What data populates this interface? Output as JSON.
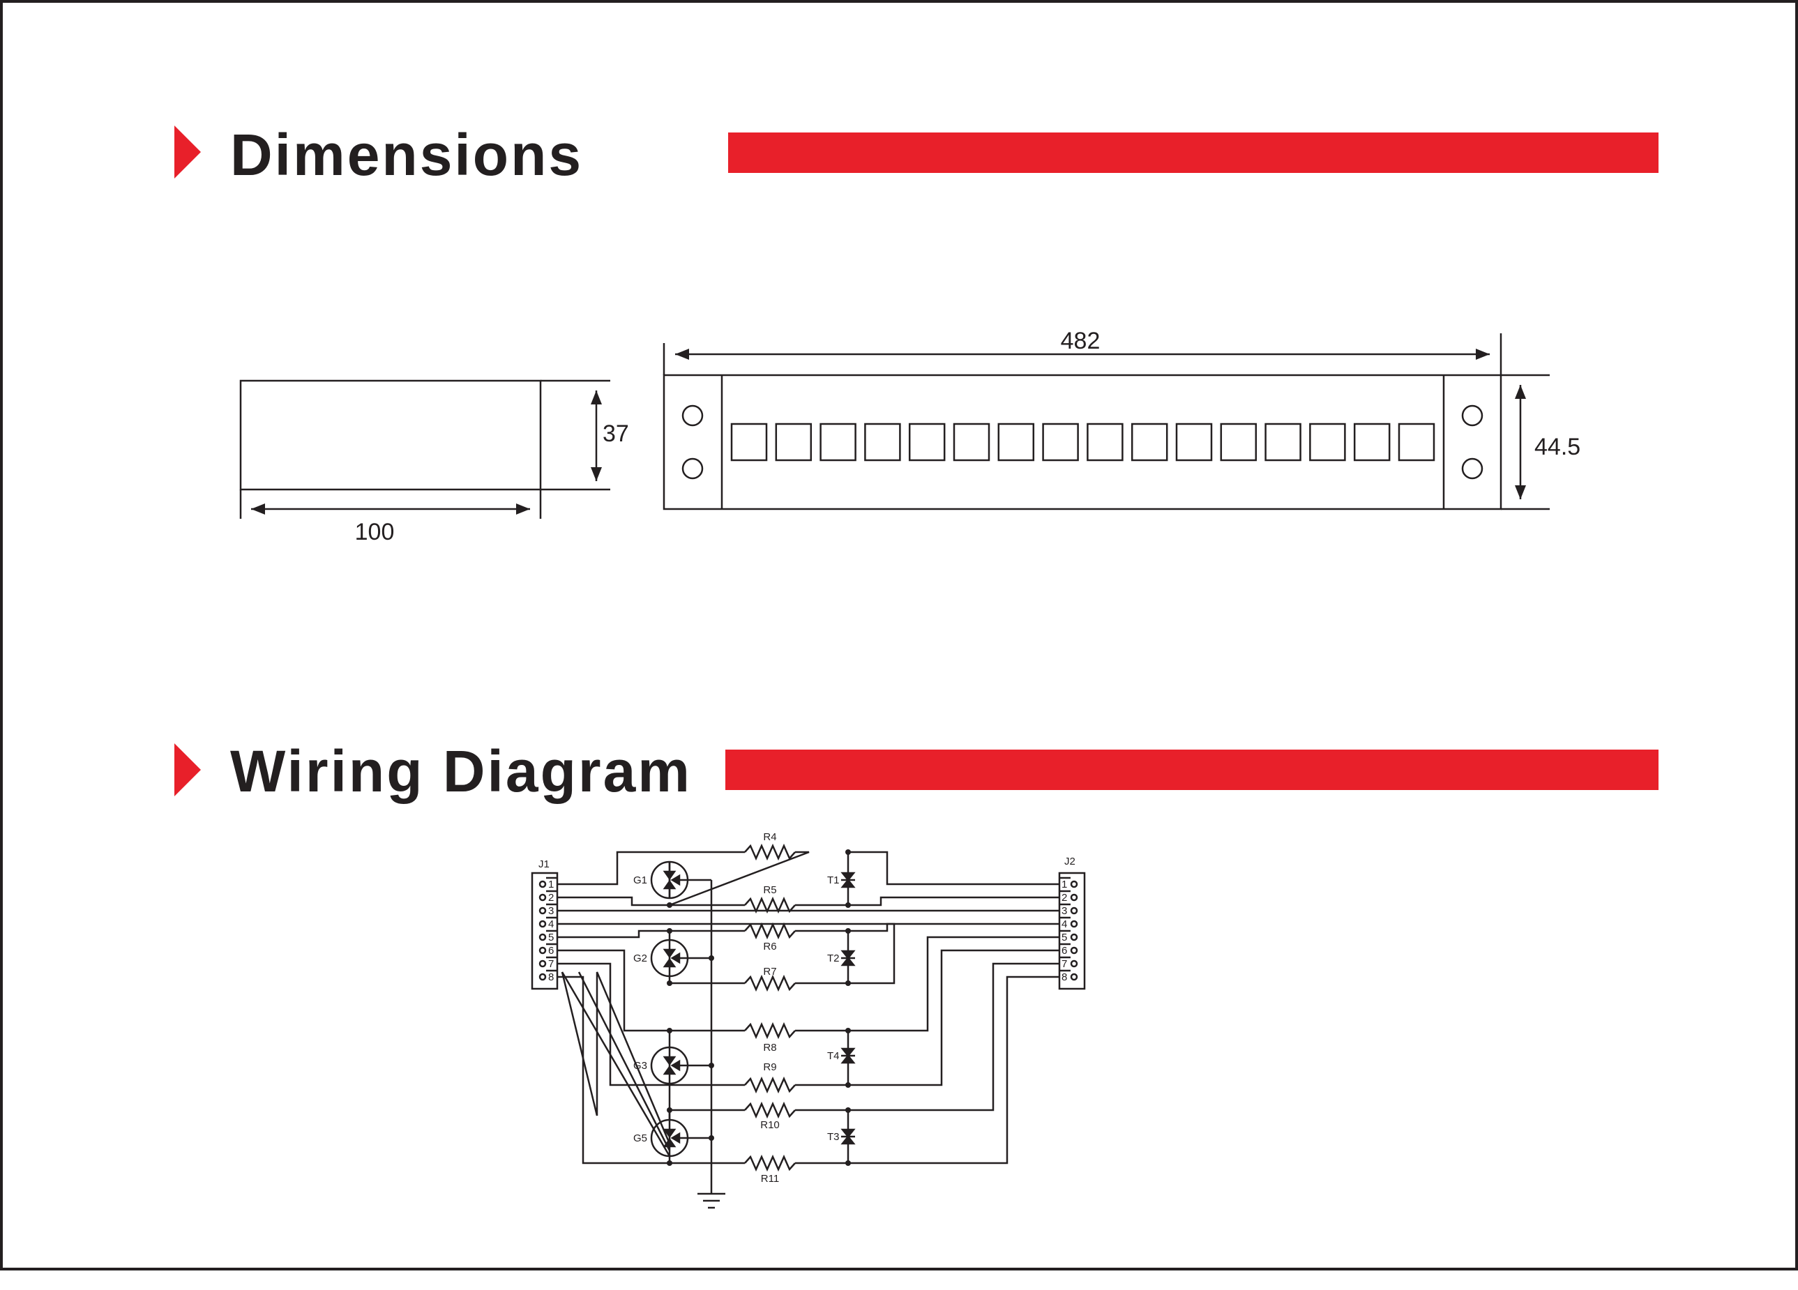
{
  "colors": {
    "accent": "#e8202a",
    "ink": "#231f20"
  },
  "sections": {
    "dimensions": {
      "title": "Dimensions"
    },
    "wiring": {
      "title": "Wiring Diagram"
    }
  },
  "dimensions": {
    "side_width": "100",
    "side_height": "37",
    "front_width": "482",
    "front_height": "44.5",
    "port_count": 16
  },
  "wiring": {
    "connector_left": "J1",
    "connector_right": "J2",
    "pins": [
      "1",
      "2",
      "3",
      "4",
      "5",
      "6",
      "7",
      "8"
    ],
    "gas_tubes": [
      "G1",
      "G2",
      "G3",
      "G5"
    ],
    "resistors": [
      "R4",
      "R5",
      "R6",
      "R7",
      "R8",
      "R9",
      "R10",
      "R11"
    ],
    "tvs": [
      "T1",
      "T2",
      "T4",
      "T3"
    ]
  }
}
